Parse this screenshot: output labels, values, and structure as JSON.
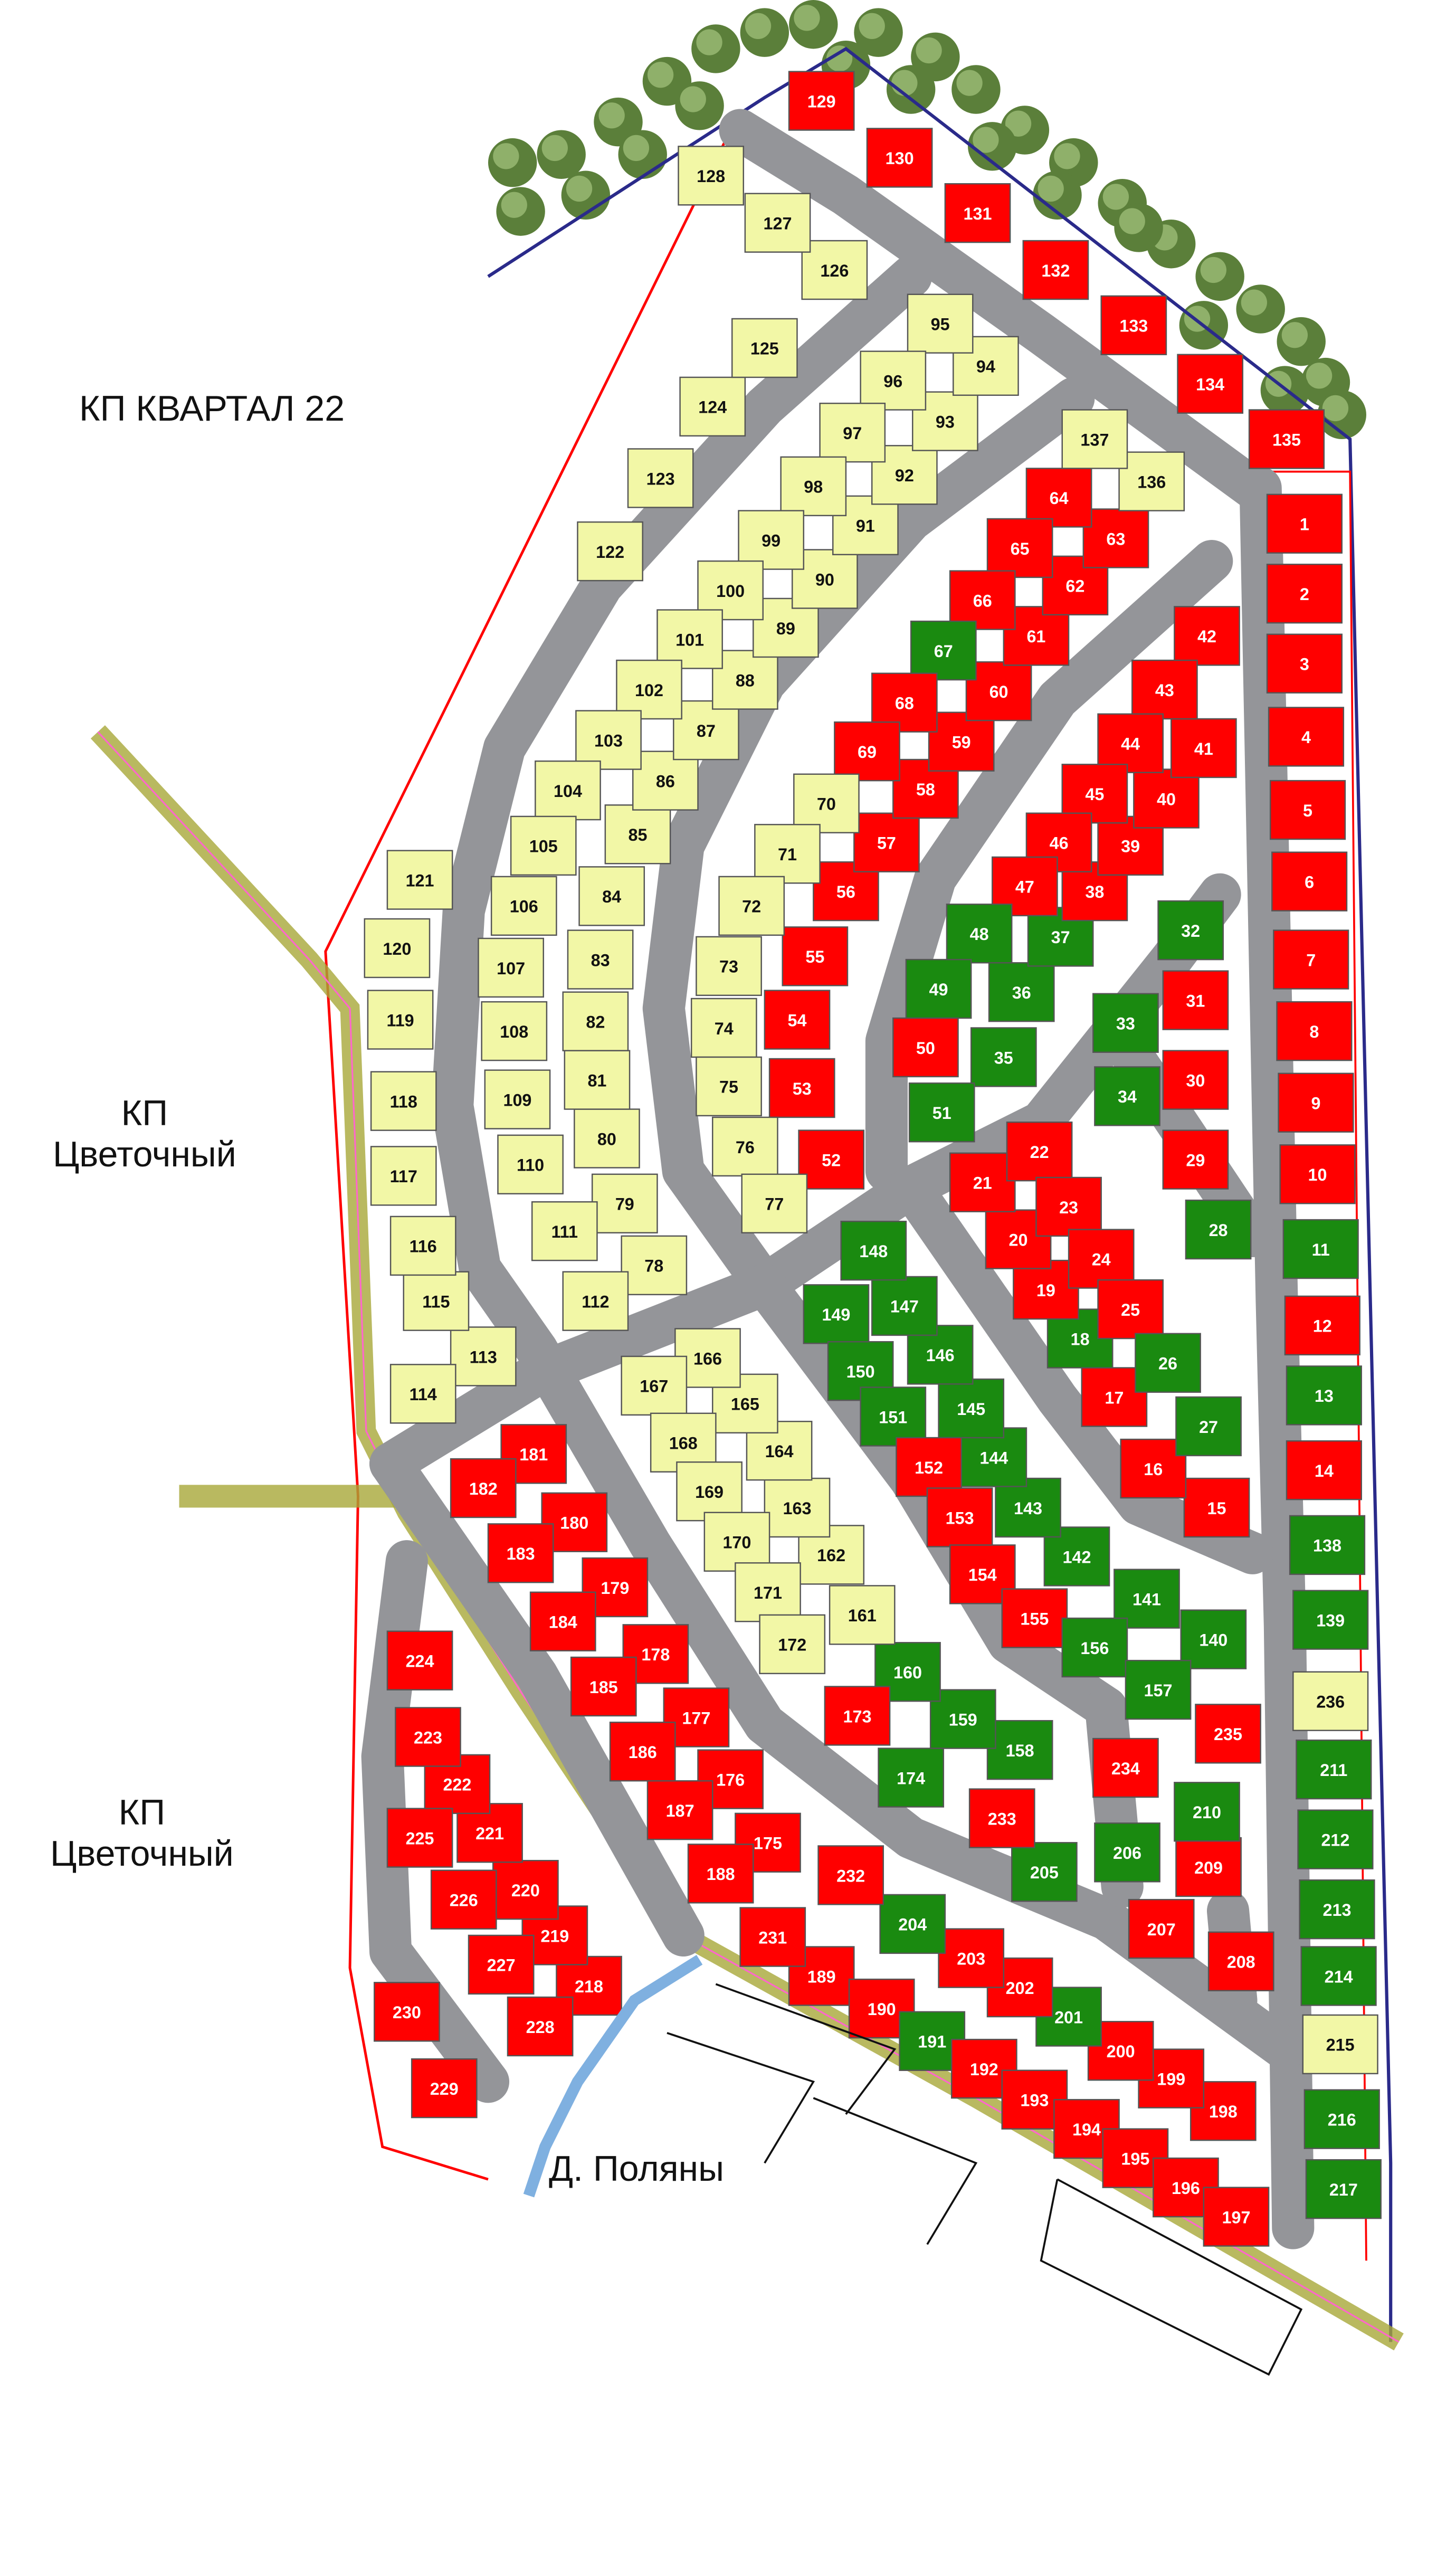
{
  "labels": {
    "kvartal": "КП КВАРТАЛ 22",
    "tsvetochny_top_line1": "КП",
    "tsvetochny_top_line2": "Цветочный",
    "tsvetochny_bottom_line1": "КП",
    "tsvetochny_bottom_line2": "Цветочный",
    "polyany": "Д. Поляны"
  },
  "status_colors": {
    "red": "#ff0000",
    "green": "#1a8a10",
    "yellow": "#f2f7a6"
  },
  "road_color": "#949599",
  "plots": [
    [
      "1",
      "red"
    ],
    [
      "2",
      "red"
    ],
    [
      "3",
      "red"
    ],
    [
      "4",
      "red"
    ],
    [
      "5",
      "red"
    ],
    [
      "6",
      "red"
    ],
    [
      "7",
      "red"
    ],
    [
      "8",
      "red"
    ],
    [
      "9",
      "red"
    ],
    [
      "10",
      "red"
    ],
    [
      "11",
      "green"
    ],
    [
      "12",
      "red"
    ],
    [
      "13",
      "green"
    ],
    [
      "14",
      "red"
    ],
    [
      "15",
      "red"
    ],
    [
      "16",
      "red"
    ],
    [
      "17",
      "red"
    ],
    [
      "18",
      "green"
    ],
    [
      "19",
      "red"
    ],
    [
      "20",
      "red"
    ],
    [
      "21",
      "red"
    ],
    [
      "22",
      "red"
    ],
    [
      "23",
      "red"
    ],
    [
      "24",
      "red"
    ],
    [
      "25",
      "red"
    ],
    [
      "26",
      "green"
    ],
    [
      "27",
      "green"
    ],
    [
      "28",
      "green"
    ],
    [
      "29",
      "red"
    ],
    [
      "30",
      "red"
    ],
    [
      "31",
      "red"
    ],
    [
      "32",
      "green"
    ],
    [
      "33",
      "green"
    ],
    [
      "34",
      "green"
    ],
    [
      "35",
      "green"
    ],
    [
      "36",
      "green"
    ],
    [
      "37",
      "green"
    ],
    [
      "38",
      "red"
    ],
    [
      "39",
      "red"
    ],
    [
      "40",
      "red"
    ],
    [
      "41",
      "red"
    ],
    [
      "42",
      "red"
    ],
    [
      "43",
      "red"
    ],
    [
      "44",
      "red"
    ],
    [
      "45",
      "red"
    ],
    [
      "46",
      "red"
    ],
    [
      "47",
      "red"
    ],
    [
      "48",
      "green"
    ],
    [
      "49",
      "green"
    ],
    [
      "50",
      "red"
    ],
    [
      "51",
      "green"
    ],
    [
      "52",
      "red"
    ],
    [
      "53",
      "red"
    ],
    [
      "54",
      "red"
    ],
    [
      "55",
      "red"
    ],
    [
      "56",
      "red"
    ],
    [
      "57",
      "red"
    ],
    [
      "58",
      "red"
    ],
    [
      "59",
      "red"
    ],
    [
      "60",
      "red"
    ],
    [
      "61",
      "red"
    ],
    [
      "62",
      "red"
    ],
    [
      "63",
      "red"
    ],
    [
      "64",
      "red"
    ],
    [
      "65",
      "red"
    ],
    [
      "66",
      "red"
    ],
    [
      "67",
      "green"
    ],
    [
      "68",
      "red"
    ],
    [
      "69",
      "red"
    ],
    [
      "70",
      "yellow"
    ],
    [
      "71",
      "yellow"
    ],
    [
      "72",
      "yellow"
    ],
    [
      "73",
      "yellow"
    ],
    [
      "74",
      "yellow"
    ],
    [
      "75",
      "yellow"
    ],
    [
      "76",
      "yellow"
    ],
    [
      "77",
      "yellow"
    ],
    [
      "78",
      "yellow"
    ],
    [
      "79",
      "yellow"
    ],
    [
      "80",
      "yellow"
    ],
    [
      "81",
      "yellow"
    ],
    [
      "82",
      "yellow"
    ],
    [
      "83",
      "yellow"
    ],
    [
      "84",
      "yellow"
    ],
    [
      "85",
      "yellow"
    ],
    [
      "86",
      "yellow"
    ],
    [
      "87",
      "yellow"
    ],
    [
      "88",
      "yellow"
    ],
    [
      "89",
      "yellow"
    ],
    [
      "90",
      "yellow"
    ],
    [
      "91",
      "yellow"
    ],
    [
      "92",
      "yellow"
    ],
    [
      "93",
      "yellow"
    ],
    [
      "94",
      "yellow"
    ],
    [
      "95",
      "yellow"
    ],
    [
      "96",
      "yellow"
    ],
    [
      "97",
      "yellow"
    ],
    [
      "98",
      "yellow"
    ],
    [
      "99",
      "yellow"
    ],
    [
      "100",
      "yellow"
    ],
    [
      "101",
      "yellow"
    ],
    [
      "102",
      "yellow"
    ],
    [
      "103",
      "yellow"
    ],
    [
      "104",
      "yellow"
    ],
    [
      "105",
      "yellow"
    ],
    [
      "106",
      "yellow"
    ],
    [
      "107",
      "yellow"
    ],
    [
      "108",
      "yellow"
    ],
    [
      "109",
      "yellow"
    ],
    [
      "110",
      "yellow"
    ],
    [
      "111",
      "yellow"
    ],
    [
      "112",
      "yellow"
    ],
    [
      "113",
      "yellow"
    ],
    [
      "114",
      "yellow"
    ],
    [
      "115",
      "yellow"
    ],
    [
      "116",
      "yellow"
    ],
    [
      "117",
      "yellow"
    ],
    [
      "118",
      "yellow"
    ],
    [
      "119",
      "yellow"
    ],
    [
      "120",
      "yellow"
    ],
    [
      "121",
      "yellow"
    ],
    [
      "122",
      "yellow"
    ],
    [
      "123",
      "yellow"
    ],
    [
      "124",
      "yellow"
    ],
    [
      "125",
      "yellow"
    ],
    [
      "126",
      "yellow"
    ],
    [
      "127",
      "yellow"
    ],
    [
      "128",
      "yellow"
    ],
    [
      "129",
      "red"
    ],
    [
      "130",
      "red"
    ],
    [
      "131",
      "red"
    ],
    [
      "132",
      "red"
    ],
    [
      "133",
      "red"
    ],
    [
      "134",
      "red"
    ],
    [
      "135",
      "red"
    ],
    [
      "136",
      "yellow"
    ],
    [
      "137",
      "yellow"
    ],
    [
      "138",
      "green"
    ],
    [
      "139",
      "green"
    ],
    [
      "140",
      "green"
    ],
    [
      "141",
      "green"
    ],
    [
      "142",
      "green"
    ],
    [
      "143",
      "green"
    ],
    [
      "144",
      "green"
    ],
    [
      "145",
      "green"
    ],
    [
      "146",
      "green"
    ],
    [
      "147",
      "green"
    ],
    [
      "148",
      "green"
    ],
    [
      "149",
      "green"
    ],
    [
      "150",
      "green"
    ],
    [
      "151",
      "green"
    ],
    [
      "152",
      "red"
    ],
    [
      "153",
      "red"
    ],
    [
      "154",
      "red"
    ],
    [
      "155",
      "red"
    ],
    [
      "156",
      "green"
    ],
    [
      "157",
      "green"
    ],
    [
      "158",
      "green"
    ],
    [
      "159",
      "green"
    ],
    [
      "160",
      "green"
    ],
    [
      "161",
      "yellow"
    ],
    [
      "162",
      "yellow"
    ],
    [
      "163",
      "yellow"
    ],
    [
      "164",
      "yellow"
    ],
    [
      "165",
      "yellow"
    ],
    [
      "166",
      "yellow"
    ],
    [
      "167",
      "yellow"
    ],
    [
      "168",
      "yellow"
    ],
    [
      "169",
      "yellow"
    ],
    [
      "170",
      "yellow"
    ],
    [
      "171",
      "yellow"
    ],
    [
      "172",
      "yellow"
    ],
    [
      "173",
      "red"
    ],
    [
      "174",
      "green"
    ],
    [
      "175",
      "red"
    ],
    [
      "176",
      "red"
    ],
    [
      "177",
      "red"
    ],
    [
      "178",
      "red"
    ],
    [
      "179",
      "red"
    ],
    [
      "180",
      "red"
    ],
    [
      "181",
      "red"
    ],
    [
      "182",
      "red"
    ],
    [
      "183",
      "red"
    ],
    [
      "184",
      "red"
    ],
    [
      "185",
      "red"
    ],
    [
      "186",
      "red"
    ],
    [
      "187",
      "red"
    ],
    [
      "188",
      "red"
    ],
    [
      "189",
      "red"
    ],
    [
      "190",
      "red"
    ],
    [
      "191",
      "green"
    ],
    [
      "192",
      "red"
    ],
    [
      "193",
      "red"
    ],
    [
      "194",
      "red"
    ],
    [
      "195",
      "red"
    ],
    [
      "196",
      "red"
    ],
    [
      "197",
      "red"
    ],
    [
      "198",
      "red"
    ],
    [
      "199",
      "red"
    ],
    [
      "200",
      "red"
    ],
    [
      "201",
      "green"
    ],
    [
      "202",
      "red"
    ],
    [
      "203",
      "red"
    ],
    [
      "204",
      "green"
    ],
    [
      "205",
      "green"
    ],
    [
      "206",
      "green"
    ],
    [
      "207",
      "red"
    ],
    [
      "208",
      "red"
    ],
    [
      "209",
      "red"
    ],
    [
      "210",
      "green"
    ],
    [
      "211",
      "green"
    ],
    [
      "212",
      "green"
    ],
    [
      "213",
      "green"
    ],
    [
      "214",
      "green"
    ],
    [
      "215",
      "yellow"
    ],
    [
      "216",
      "green"
    ],
    [
      "217",
      "green"
    ],
    [
      "218",
      "red"
    ],
    [
      "219",
      "red"
    ],
    [
      "220",
      "red"
    ],
    [
      "221",
      "red"
    ],
    [
      "222",
      "red"
    ],
    [
      "223",
      "red"
    ],
    [
      "224",
      "red"
    ],
    [
      "225",
      "red"
    ],
    [
      "226",
      "red"
    ],
    [
      "227",
      "red"
    ],
    [
      "228",
      "red"
    ],
    [
      "229",
      "red"
    ],
    [
      "230",
      "red"
    ],
    [
      "231",
      "red"
    ],
    [
      "232",
      "red"
    ],
    [
      "233",
      "red"
    ],
    [
      "234",
      "red"
    ],
    [
      "235",
      "red"
    ],
    [
      "236",
      "yellow"
    ]
  ]
}
